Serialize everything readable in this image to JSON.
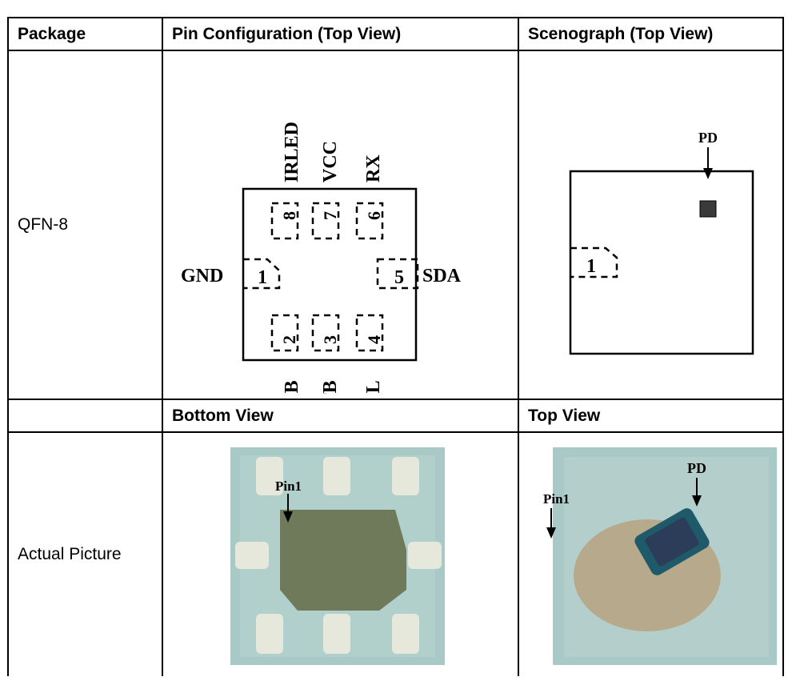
{
  "table": {
    "headers": [
      "Package",
      "Pin Configuration (Top View)",
      "Scenograph (Top View)"
    ],
    "row1": {
      "package": "QFN-8"
    },
    "subheaders": [
      "",
      "Bottom View",
      "Top View"
    ],
    "row2": {
      "label": "Actual Picture"
    }
  },
  "pin_diagram": {
    "top_labels": [
      "IRLED",
      "VCC",
      "RX"
    ],
    "top_pins": [
      "8",
      "7",
      "6"
    ],
    "left_label": "GND",
    "left_pin": "1",
    "right_label": "SDA",
    "right_pin": "5",
    "bottom_pins": [
      "2",
      "3",
      "4"
    ],
    "bottom_labels": [
      "SDB",
      "INTB",
      "SCL"
    ]
  },
  "scenograph": {
    "pd_label": "PD",
    "pin": "1"
  },
  "photos": {
    "bottom_pin1": "Pin1",
    "top_pin1": "Pin1",
    "top_pd": "PD"
  },
  "colors": {
    "photo_bg": "#a9c9c6",
    "pad": "#e6e8dc",
    "center_pad": "#6f7a5a",
    "pd_chip": "#1e5a6a"
  }
}
